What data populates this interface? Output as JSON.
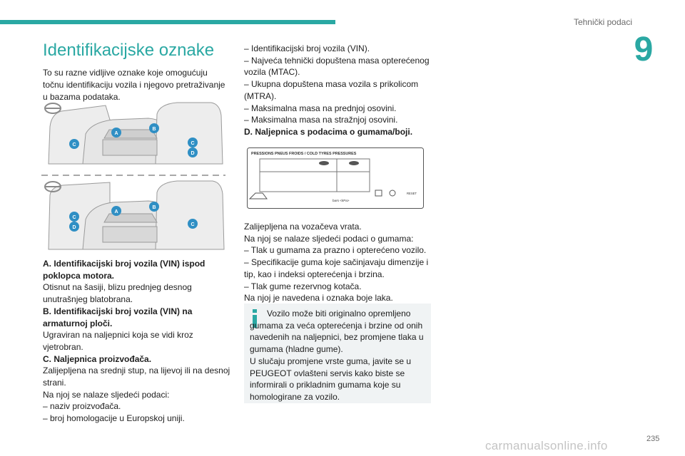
{
  "header": {
    "section_label": "Tehnički podaci",
    "chapter_number": "9"
  },
  "title": "Identifikacijske oznake",
  "intro": "To su razne vidljive oznake koje omogućuju točnu identifikaciju vozila i njegovo pretraživanje u bazama podataka.",
  "figure": {
    "markers_top": [
      "A",
      "B",
      "C",
      "C",
      "D"
    ],
    "markers_bottom": [
      "A",
      "B",
      "C",
      "C",
      "D"
    ]
  },
  "col1": {
    "a_heading": "A. Identifikacijski broj vozila (VIN) ispod poklopca motora.",
    "a_text": "Otisnut na šasiji, blizu prednjeg desnog unutrašnjeg blatobrana.",
    "b_heading": "B. Identifikacijski broj vozila (VIN) na armaturnoj ploči.",
    "b_text": "Ugraviran na naljepnici koja se vidi kroz vjetrobran.",
    "c_heading": "C. Naljepnica proizvođača.",
    "c_text1": "Zalijepljena na srednji stup, na lijevoj ili na desnoj strani.",
    "c_text2": "Na njoj se nalaze sljedeći podaci:",
    "c_item1": "–  naziv proizvođača.",
    "c_item2": "–  broj homologacije u Europskoj uniji."
  },
  "col2": {
    "item1": "–  Identifikacijski broj vozila (VIN).",
    "item2": "–  Najveća tehnički dopuštena masa opterećenog vozila (MTAC).",
    "item3": "–  Ukupna dopuštena masa vozila s prikolicom (MTRA).",
    "item4": "–  Maksimalna masa na prednjoj osovini.",
    "item5": "–  Maksimalna masa na stražnjoj osovini.",
    "d_heading": "D. Naljepnica s podacima o gumama/boji.",
    "after1": "Zalijepljena na vozačeva vrata.",
    "after2": "Na njoj se nalaze sljedeći podaci o gumama:",
    "after_item1": "–  Tlak u gumama za prazno i opterećeno vozilo.",
    "after_item2": "–  Specifikacije guma koje sačinjavaju dimenzije i tip, kao i indeksi opterećenja i brzina.",
    "after_item3": "–  Tlak gume rezervnog kotača.",
    "after3": "Na njoj je navedena i oznaka boje laka."
  },
  "tyre_label": {
    "header": "PRESSIONS PNEUS FROIDS / COLD TYRES PRESSURES",
    "units": "bars  <kPa>",
    "reset": "RESET"
  },
  "info_box": {
    "text1": "Vozilo može biti originalno opremljeno gumama za veća opterećenja i brzine od onih navedenih na naljepnici, bez promjene tlaka u gumama (hladne gume).",
    "text2": "U slučaju promjene vrste guma, javite se u PEUGEOT ovlašteni servis kako biste se informirali o prikladnim gumama koje su homologirane za vozilo."
  },
  "page_number": "235",
  "watermark": "carmanualsonline.info",
  "colors": {
    "accent": "#2aa8a3",
    "marker": "#2f8fc4"
  }
}
